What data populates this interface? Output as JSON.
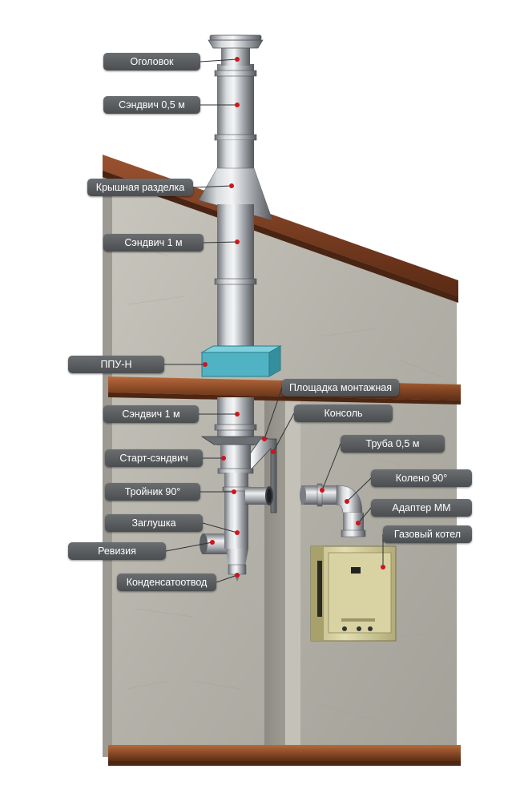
{
  "labels": {
    "ogolovok": "Оголовок",
    "sandwich_05": "Сэндвич 0,5 м",
    "roof_cut": "Крышная разделка",
    "sandwich_1_upper": "Сэндвич 1 м",
    "ppu": "ППУ-Н",
    "platform": "Площадка монтажная",
    "sandwich_1_lower": "Сэндвич 1 м",
    "console": "Консоль",
    "pipe_05": "Труба 0,5 м",
    "start_sandwich": "Старт-сэндвич",
    "elbow_90": "Колено 90°",
    "tee_90": "Тройник 90°",
    "adapter": "Адаптер ММ",
    "plug": "Заглушка",
    "boiler": "Газовый котел",
    "revision": "Ревизия",
    "condensate": "Конденсатоотвод"
  },
  "colors": {
    "label_bg": "#55585b",
    "label_text": "#ffffff",
    "marker": "#d0141c",
    "roof": "#7a3d22",
    "wood": "#8a4a26",
    "wall": "#b9b7ae",
    "steel": "#b9bdc2",
    "insulation": "#4fb3c4",
    "boiler": "#d8d2a0"
  }
}
